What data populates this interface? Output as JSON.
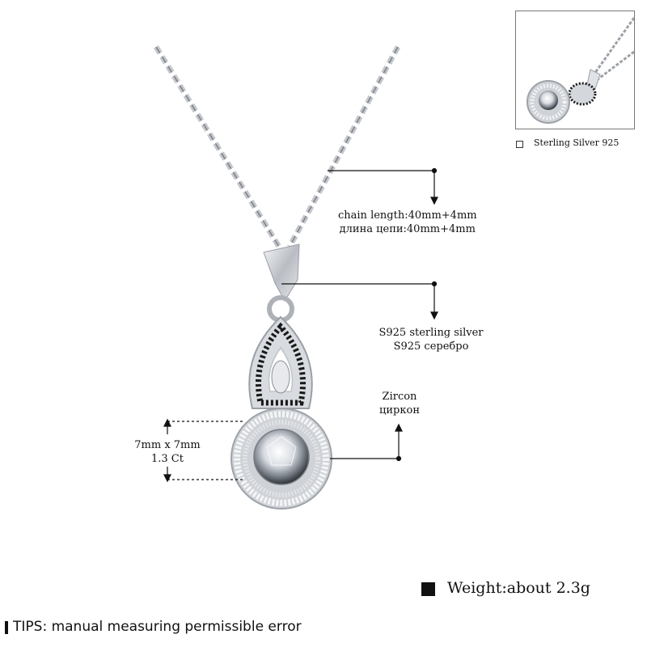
{
  "annotations": {
    "chain_length_en": "chain length:40mm+4mm",
    "chain_length_ru": "длина цепи:40mm+4mm",
    "material_en": "S925 sterling silver",
    "material_ru": "S925 серебро",
    "stone_en": "Zircon",
    "stone_ru": "циркон",
    "stone_size": "7mm x 7mm",
    "stone_carat": "1.3 Ct"
  },
  "thumbnail": {
    "option_label": "Sterling Silver 925"
  },
  "weight": {
    "label": "Weight:about 2.3g"
  },
  "tips": {
    "label": "TIPS: manual measuring permissible error"
  },
  "colors": {
    "background": "#ffffff",
    "silver": "#c9ccd1",
    "black_stone": "#1a1a1a",
    "annotation_line": "#111111"
  },
  "icons": {
    "pendant": "necklace-pendant-photo",
    "checkbox": "checkbox-icon",
    "weight_marker": "black-square-icon",
    "tips_marker": "black-bar-icon"
  }
}
